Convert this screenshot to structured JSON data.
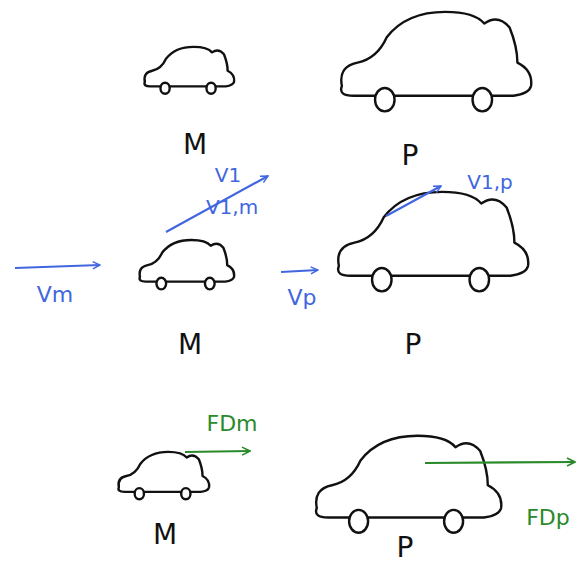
{
  "diagram": {
    "labels": [
      "M",
      "P",
      "V1",
      "V1,p",
      "V1,m",
      "Vm",
      "Vp",
      "M",
      "P",
      "FDm",
      "FDp",
      "M",
      "P"
    ]
  }
}
